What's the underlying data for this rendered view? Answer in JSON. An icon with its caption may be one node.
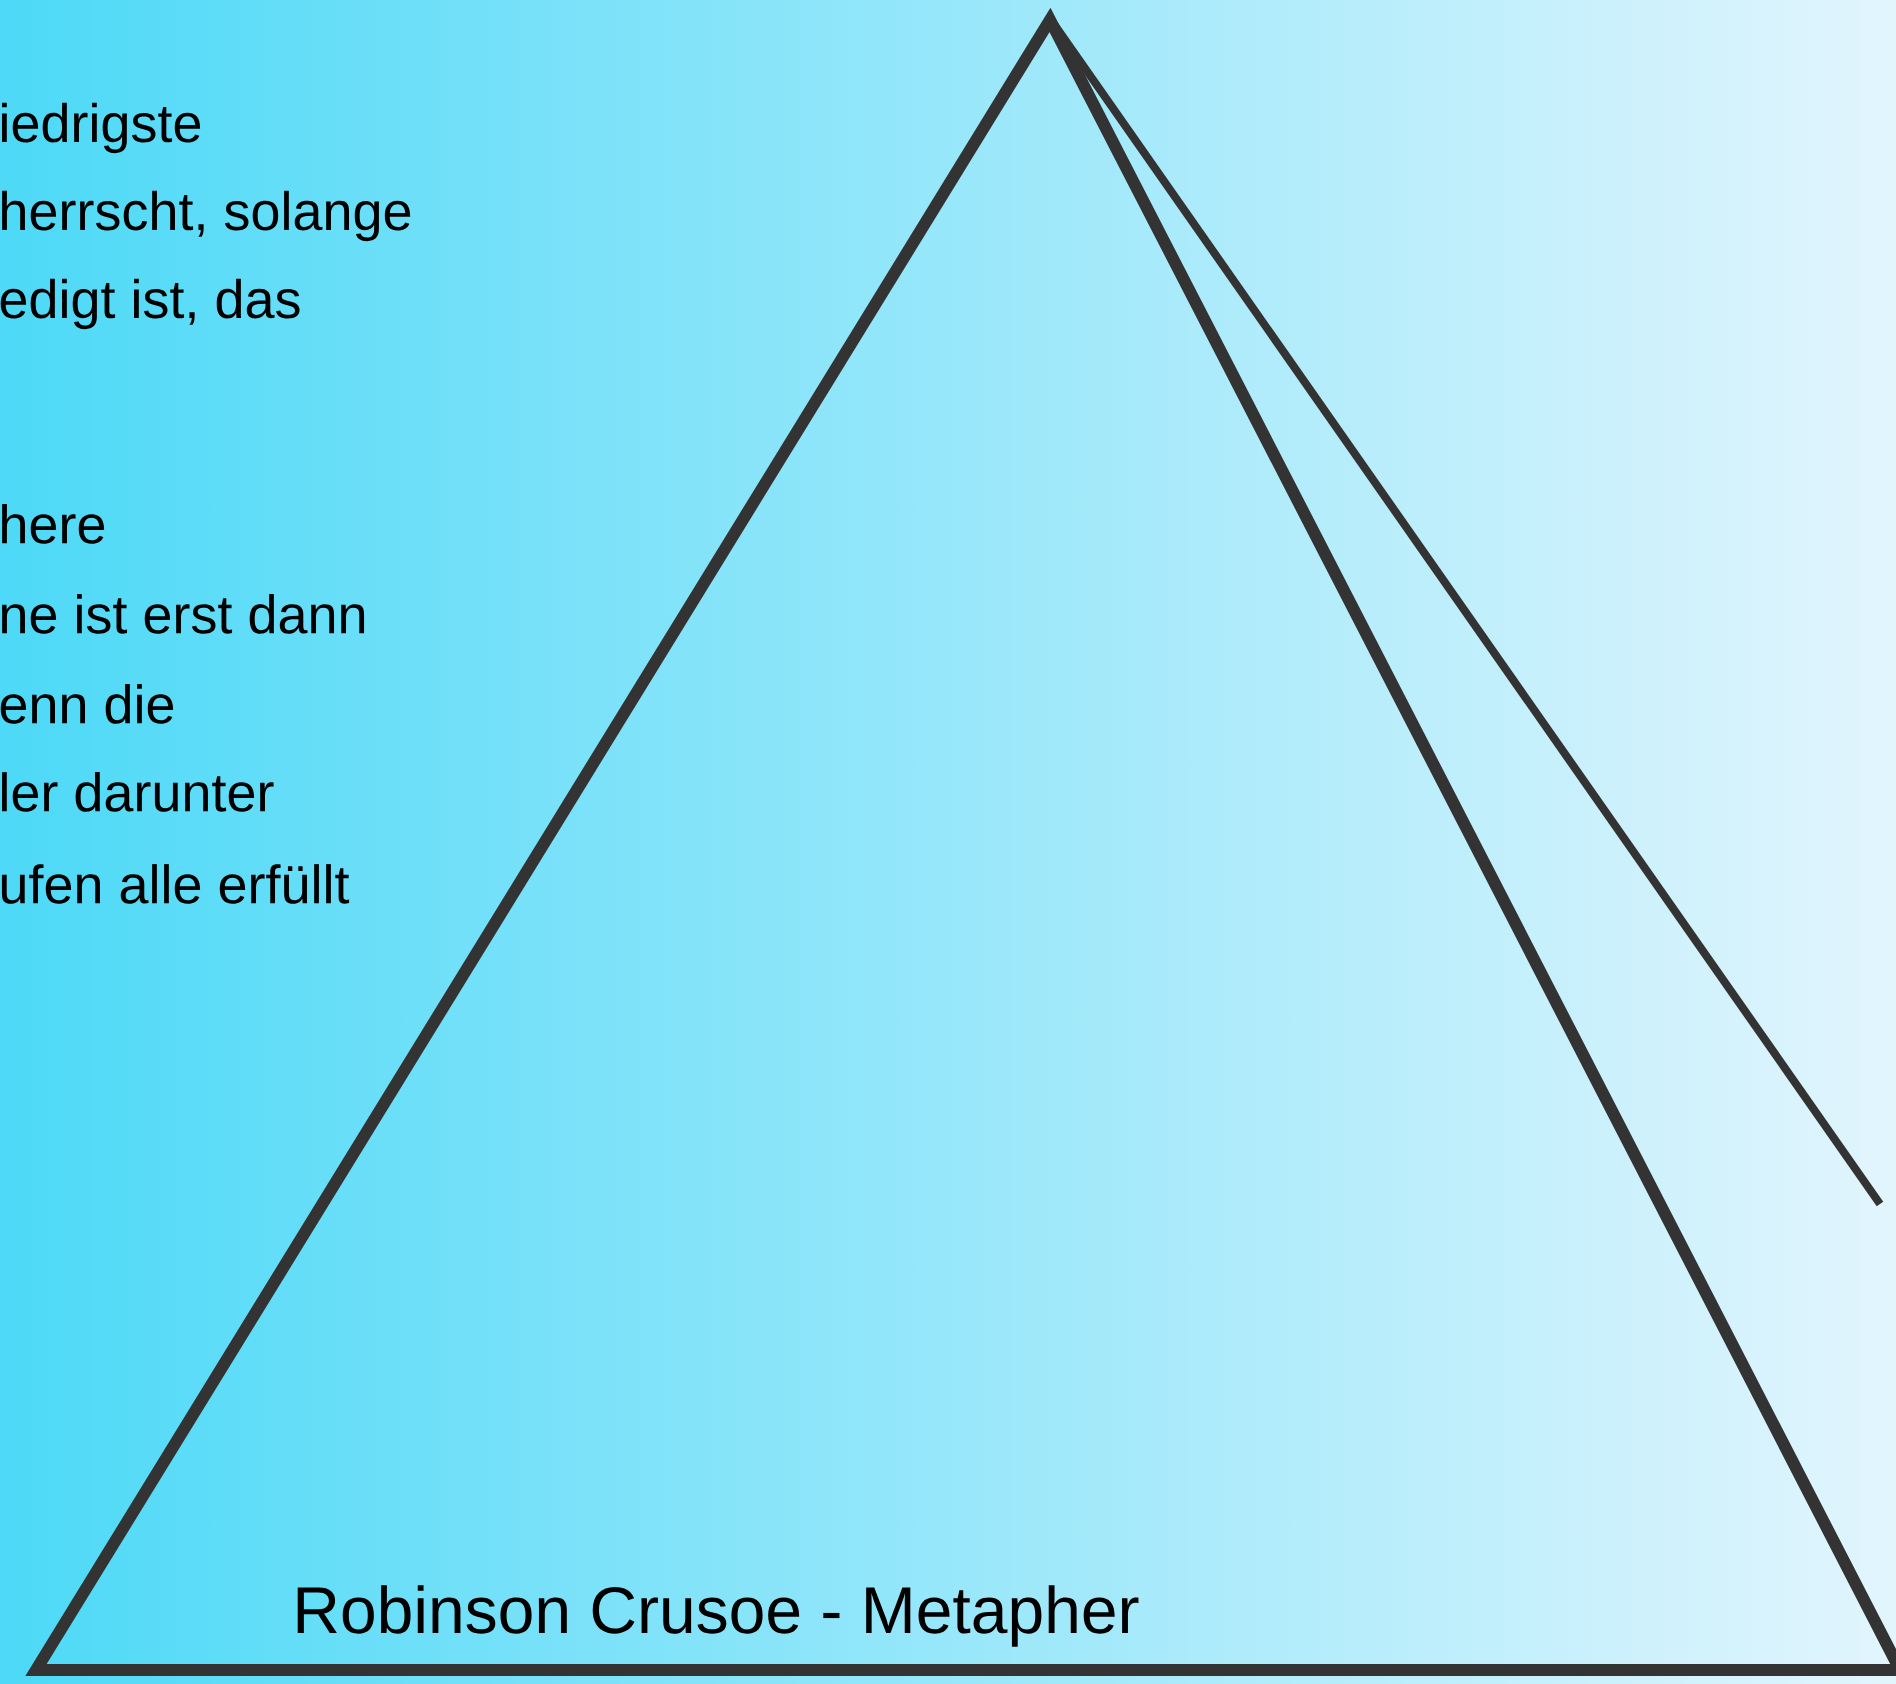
{
  "diagram": {
    "nodes": [
      {
        "text": [
          "Robinson Crusoe - Metapher"
        ]
      }
    ],
    "labels": [
      "iedrigste",
      "herrscht, solange",
      "edigt ist, das",
      "here",
      "ne ist erst dann",
      "enn die",
      "ler darunter",
      "ufen alle erfüllt"
    ]
  }
}
